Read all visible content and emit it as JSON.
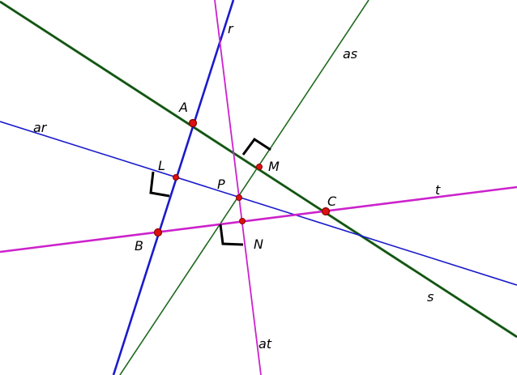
{
  "colors": {
    "blue": "#1a1acc",
    "green": "#1f6b1f",
    "magenta": "#cc22cc",
    "point_fill": "#dd1111",
    "point_stroke": "#880000",
    "right_angle": "#000000",
    "background": "#ffffff"
  },
  "lines": {
    "r": {
      "label": "r",
      "color": "blue"
    },
    "ar": {
      "label": "ar",
      "color": "blue"
    },
    "s": {
      "label": "s",
      "color": "green"
    },
    "as": {
      "label": "as",
      "color": "green"
    },
    "t": {
      "label": "t",
      "color": "magenta"
    },
    "at": {
      "label": "at",
      "color": "magenta"
    }
  },
  "points": {
    "A": {
      "label": "A"
    },
    "B": {
      "label": "B"
    },
    "C": {
      "label": "C"
    },
    "L": {
      "label": "L"
    },
    "M": {
      "label": "M"
    },
    "N": {
      "label": "N"
    },
    "P": {
      "label": "P"
    }
  }
}
